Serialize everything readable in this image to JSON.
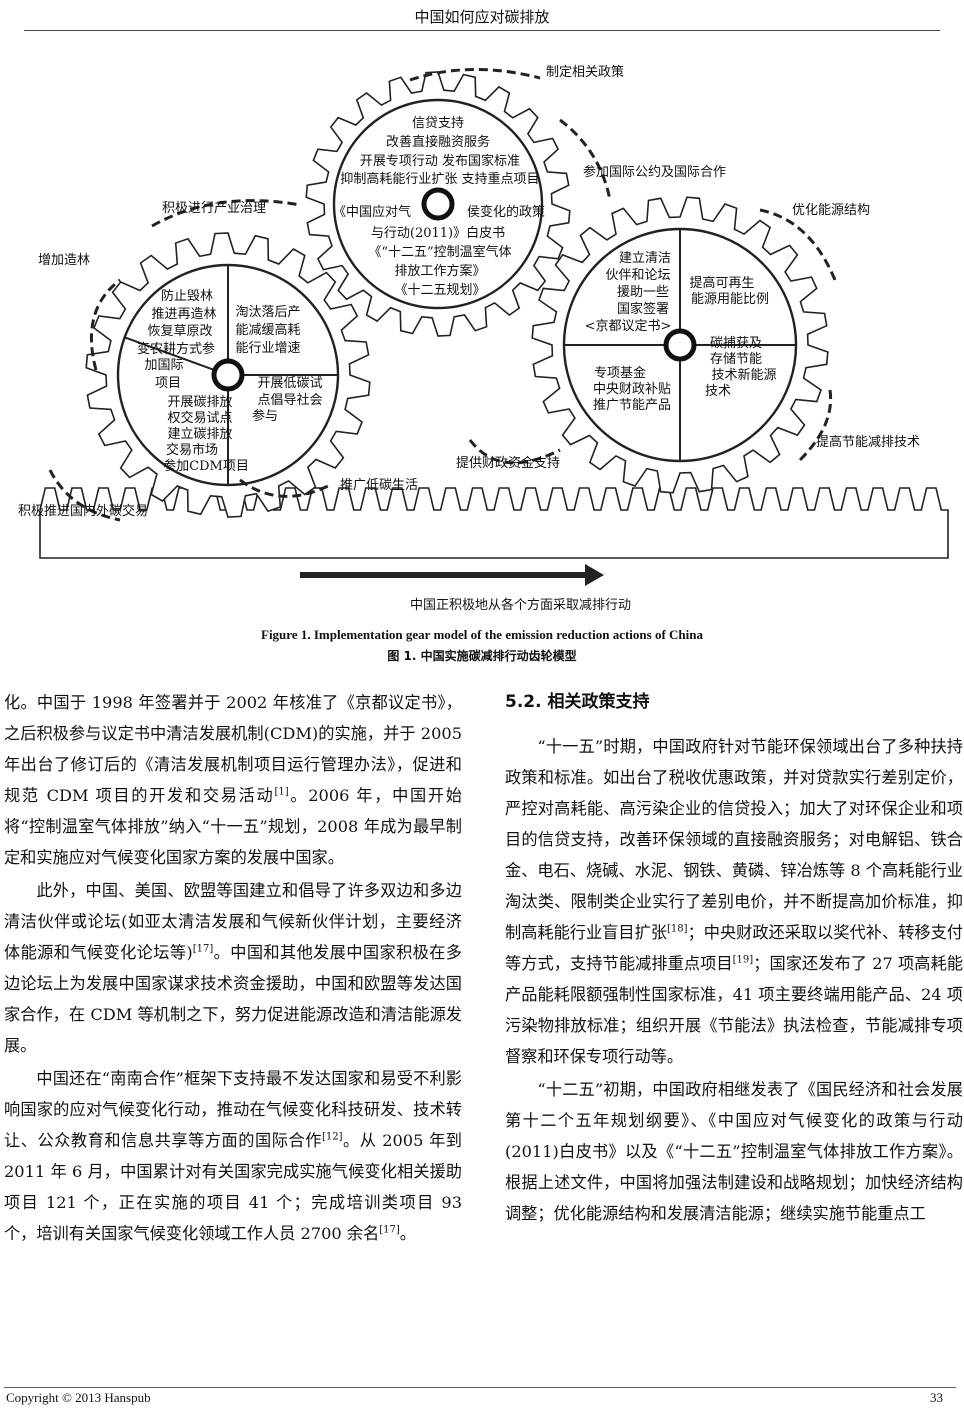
{
  "header": {
    "running_title": "中国如何应对碳排放"
  },
  "figure": {
    "top_label": "制定相关政策",
    "labels": {
      "industry": "积极进行产业治理",
      "intl": "参加国际公约及国际合作",
      "afforest": "增加造林",
      "energy": "优化能源结构",
      "tech": "提高节能减排技术",
      "finance": "提供财政资金支持",
      "lowcarbon": "推广低碳生活",
      "trade": "积极推进国内外碳交易",
      "bottom": "中国正积极地从各个方面采取减排行动"
    },
    "gear_top_lines": [
      "信贷支持",
      "改善直接融资服务",
      "开展专项行动  发布国家标准",
      "抑制高耗能行业扩张 支持重点项目",
      "《中国应对气",
      "侯变化的政策",
      "与行动(2011)》白皮书",
      "《“十二五”控制温室气体",
      "排放工作方案》",
      "《十二五规划》"
    ],
    "gear_left_lines": [
      "防止毁林",
      "推进再造林",
      "恢复草原改",
      "变农耕方式参",
      "加国际",
      "项目",
      "淘汰落后产",
      "能减缓高耗",
      "能行业增速",
      "开展低碳试",
      "点倡导社会",
      "参与",
      "开展碳排放",
      "权交易试点",
      "建立碳排放",
      "交易市场",
      "参加CDM项目"
    ],
    "gear_right_lines": [
      "建立清洁",
      "伙伴和论坛",
      "援助一些",
      "国家签署",
      "<京都议定书>",
      "提高可再生",
      "能源用能比例",
      "碳捕获及",
      "存储节能",
      "技术新能源",
      "技术",
      "专项基金",
      "中央财政补贴",
      "推广节能产品"
    ]
  },
  "caption": {
    "en": "Figure 1. Implementation gear model of the emission reduction actions of China",
    "zh": "图 1.  中国实施碳减排行动齿轮模型"
  },
  "left_col": {
    "p1": "化。中国于 1998 年签署并于 2002 年核准了《京都议定书》，之后积极参与议定书中清洁发展机制(CDM)的实施，并于 2005 年出台了修订后的《清洁发展机制项目运行管理办法》，促进和规范 CDM 项目的开发和交易活动",
    "p1_ref": "[1]",
    "p1b": "。2006 年，中国开始将“控制温室气体排放”纳入“十一五”规划，2008 年成为最早制定和实施应对气候变化国家方案的发展中国家。",
    "p2": "此外，中国、美国、欧盟等国建立和倡导了许多双边和多边清洁伙伴或论坛(如亚太清洁发展和气候新伙伴计划，主要经济体能源和气候变化论坛等)",
    "p2_ref": "[17]",
    "p2b": "。中国和其他发展中国家积极在多边论坛上为发展中国家谋求技术资金援助，中国和欧盟等发达国家合作，在 CDM 等机制之下，努力促进能源改造和清洁能源发展。",
    "p3": "中国还在“南南合作”框架下支持最不发达国家和易受不利影响国家的应对气候变化行动，推动在气候变化科技研发、技术转让、公众教育和信息共享等方面的国际合作",
    "p3_ref": "[12]",
    "p3b": "。从 2005 年到 2011 年 6 月，中国累计对有关国家完成实施气候变化相关援助项目 121 个，正在实施的项目 41 个；完成培训类项目 93 个，培训有关国家气候变化领域工作人员 2700 余名",
    "p3_ref2": "[17]",
    "p3c": "。"
  },
  "right_col": {
    "section": "5.2.  相关政策支持",
    "p1": "“十一五”时期，中国政府针对节能环保领域出台了多种扶持政策和标准。如出台了税收优惠政策，并对贷款实行差别定价，严控对高耗能、高污染企业的信贷投入；加大了对环保企业和项目的信贷支持，改善环保领域的直接融资服务；对电解铝、铁合金、电石、烧碱、水泥、钢铁、黄磷、锌冶炼等 8 个高耗能行业淘汰类、限制类企业实行了差别电价，并不断提高加价标准，抑制高耗能行业盲目扩张",
    "p1_ref": "[18]",
    "p1b": "；中央财政还采取以奖代补、转移支付等方式，支持节能减排重点项目",
    "p1_ref2": "[19]",
    "p1c": "；国家还发布了 27 项高耗能产品能耗限额强制性国家标准，41 项主要终端用能产品、24 项污染物排放标准；组织开展《节能法》执法检查，节能减排专项督察和环保专项行动等。",
    "p2": "“十二五”初期，中国政府相继发表了《国民经济和社会发展第十二个五年规划纲要》、《中国应对气候变化的政策与行动(2011)白皮书》以及《“十二五”控制温室气体排放工作方案》。根据上述文件，中国将加强法制建设和战略规划；加快经济结构调整；优化能源结构和发展清洁能源；继续实施节能重点工"
  },
  "footer": {
    "copyright": "Copyright © 2013 Hanspub",
    "page": "33"
  }
}
